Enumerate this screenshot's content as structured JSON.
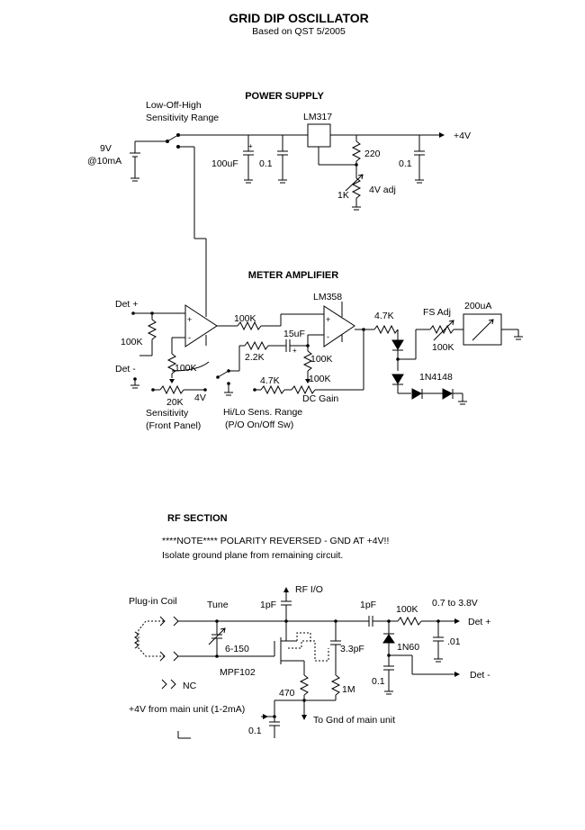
{
  "title": "GRID DIP OSCILLATOR",
  "subtitle": "Based on QST 5/2005",
  "power_supply": {
    "heading": "POWER SUPPLY",
    "switch_label_1": "Low-Off-High",
    "switch_label_2": "Sensitivity Range",
    "battery_v": "9V",
    "battery_i": "@10mA",
    "regulator": "LM317",
    "output": "+4V",
    "c1": "100uF",
    "c2": "0.1",
    "c3": "0.1",
    "r1": "220",
    "pot": "1K",
    "pot_label": "4V adj"
  },
  "meter_amplifier": {
    "heading": "METER AMPLIFIER",
    "opamp": "LM358",
    "det_plus": "Det +",
    "det_minus": "Det -",
    "r_det": "100K",
    "r_fb1": "100K",
    "pot_sens": "20K",
    "sens_v": "4V",
    "sens_label_1": "Sensitivity",
    "sens_label_2": "(Front Panel)",
    "r_series": "100K",
    "r_22": "2.2K",
    "c_15": "15uF",
    "r_fb2": "100K",
    "r_47a": "4.7K",
    "pot_dc": "100K",
    "dc_gain": "DC Gain",
    "range_label_1": "Hi/Lo Sens. Range",
    "range_label_2": "(P/O On/Off Sw)",
    "r_out": "4.7K",
    "fs_label": "FS Adj",
    "fs_pot": "100K",
    "meter": "200uA",
    "diode": "1N4148",
    "plus_sign": "+",
    "minus_sign": "-"
  },
  "rf_section": {
    "heading": "RF SECTION",
    "note": "****NOTE**** POLARITY REVERSED - GND AT +4V!!",
    "note2": "Isolate ground plane from remaining circuit.",
    "coil": "Plug-in Coil",
    "tune": "Tune",
    "tune_val": "6-150",
    "c_1pf_a": "1pF",
    "rf_io": "RF I/O",
    "c_1pf_b": "1pF",
    "r_100k": "100K",
    "range": "0.7 to 3.8V",
    "det_plus": "Det +",
    "det_minus": "Det -",
    "c_33": "3.3pF",
    "c_01": ".01",
    "diode": "1N60",
    "c_01b": "0.1",
    "fet": "MPF102",
    "nc": "NC",
    "r_470": "470",
    "r_1m": "1M",
    "supply": "+4V from main unit (1-2mA)",
    "c_01c": "0.1",
    "gnd": "To Gnd of main unit"
  }
}
